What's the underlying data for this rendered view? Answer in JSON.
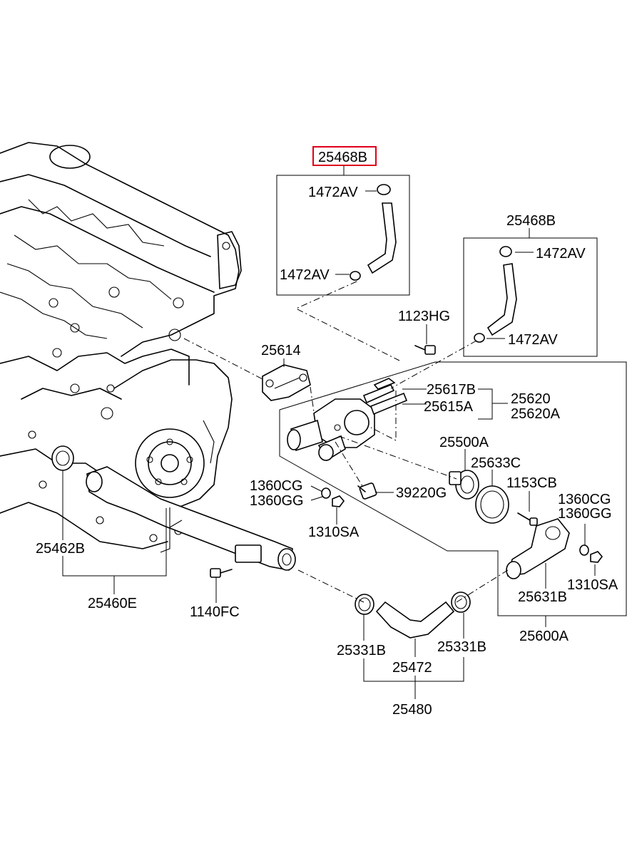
{
  "diagram": {
    "highlight_color": "#e0001b",
    "labels": {
      "p25468B_highlighted": "25468B",
      "p1472AV_a": "1472AV",
      "p1472AV_b": "1472AV",
      "p25468B": "25468B",
      "p1472AV_c": "1472AV",
      "p1472AV_d": "1472AV",
      "p1123HG": "1123HG",
      "p25614": "25614",
      "p25617B": "25617B",
      "p25620": "25620",
      "p25615A": "25615A",
      "p25620A": "25620A",
      "p25500A": "25500A",
      "p25633C": "25633C",
      "p1153CB": "1153CB",
      "p1360CG_a": "1360CG",
      "p1360GG_a": "1360GG",
      "p39220G": "39220G",
      "p1360CG_b": "1360CG",
      "p1360GG_b": "1360GG",
      "p1310SA_a": "1310SA",
      "p25462B": "25462B",
      "p25631B": "25631B",
      "p1310SA_b": "1310SA",
      "p25460E": "25460E",
      "p1140FC": "1140FC",
      "p25600A": "25600A",
      "p25331B_a": "25331B",
      "p25331B_b": "25331B",
      "p25472": "25472",
      "p25480": "25480"
    }
  }
}
